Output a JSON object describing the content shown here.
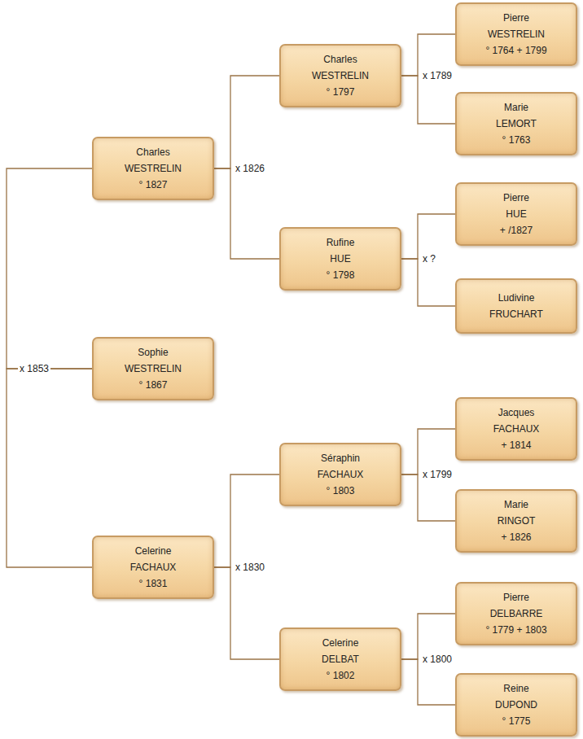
{
  "diagram": {
    "nodes": [
      {
        "text": [
          "Charles",
          "WESTRELIN",
          "° 1827"
        ]
      },
      {
        "text": [
          "Sophie",
          "WESTRELIN",
          "° 1867"
        ]
      },
      {
        "text": [
          "Celerine",
          "FACHAUX",
          "° 1831"
        ]
      },
      {
        "text": [
          "Charles",
          "WESTRELIN",
          "° 1797"
        ]
      },
      {
        "text": [
          "Rufine",
          "HUE",
          "° 1798"
        ]
      },
      {
        "text": [
          "Séraphin",
          "FACHAUX",
          "° 1803"
        ]
      },
      {
        "text": [
          "Celerine",
          "DELBAT",
          "° 1802"
        ]
      },
      {
        "text": [
          "Pierre",
          "WESTRELIN",
          "° 1764 + 1799"
        ]
      },
      {
        "text": [
          "Marie",
          "LEMORT",
          "° 1763"
        ]
      },
      {
        "text": [
          "Pierre",
          "HUE",
          "+ /1827"
        ]
      },
      {
        "text": [
          "Ludivine",
          "FRUCHART"
        ]
      },
      {
        "text": [
          "Jacques",
          "FACHAUX",
          "+ 1814"
        ]
      },
      {
        "text": [
          "Marie",
          "RINGOT",
          "+ 1826"
        ]
      },
      {
        "text": [
          "Pierre",
          "DELBARRE",
          "° 1779 + 1803"
        ]
      },
      {
        "text": [
          "Reine",
          "DUPOND",
          "° 1775"
        ]
      }
    ],
    "edges": [
      {
        "from": 1,
        "to": 0,
        "arrow": "none",
        "label": "x 1853"
      },
      {
        "from": 1,
        "to": 2,
        "arrow": "none"
      },
      {
        "from": 0,
        "to": 3,
        "arrow": "none",
        "label": "x 1826"
      },
      {
        "from": 0,
        "to": 4,
        "arrow": "none"
      },
      {
        "from": 3,
        "to": 7,
        "arrow": "none",
        "label": "x 1789"
      },
      {
        "from": 3,
        "to": 8,
        "arrow": "none"
      },
      {
        "from": 4,
        "to": 9,
        "arrow": "none",
        "label": "x ?"
      },
      {
        "from": 4,
        "to": 10,
        "arrow": "none"
      },
      {
        "from": 2,
        "to": 5,
        "arrow": "none",
        "label": "x 1830"
      },
      {
        "from": 2,
        "to": 6,
        "arrow": "none"
      },
      {
        "from": 5,
        "to": 11,
        "arrow": "none",
        "label": "x 1799"
      },
      {
        "from": 5,
        "to": 12,
        "arrow": "none"
      },
      {
        "from": 6,
        "to": 13,
        "arrow": "none",
        "label": "x 1800"
      },
      {
        "from": 6,
        "to": 14,
        "arrow": "none"
      }
    ]
  }
}
